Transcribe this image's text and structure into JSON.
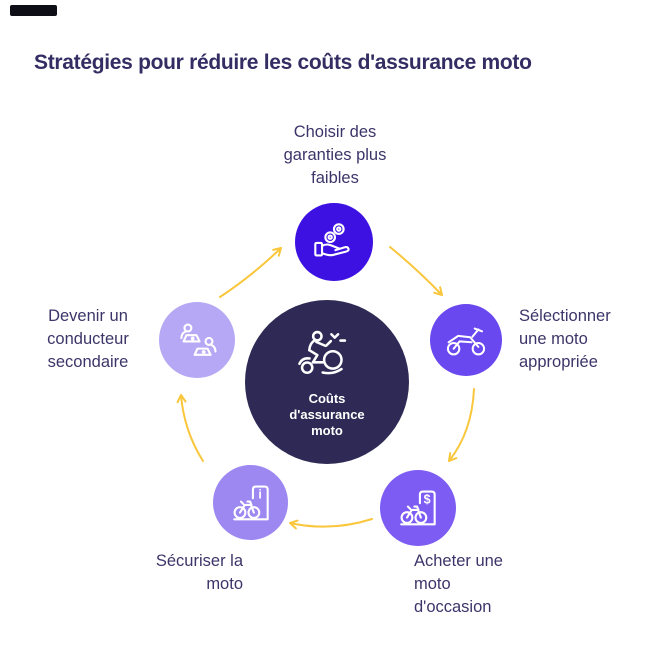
{
  "title": "Stratégies pour réduire les coûts d'assurance moto",
  "colors": {
    "title": "#332d63",
    "label": "#3c3569",
    "arrow": "#f9c63c",
    "center_circle": "#2e2a55",
    "node_top": "#3c11e2",
    "node_right": "#6a48f0",
    "node_bottom_right": "#7d5cf3",
    "node_bottom_left": "#9d87f1",
    "node_left": "#b6a8f5",
    "icon_stroke": "#ffffff"
  },
  "center_node": {
    "label": "Coûts\nd'assurance\nmoto",
    "icon": "motorcyclist-icon"
  },
  "nodes": [
    {
      "id": "choisir-garanties",
      "label": "Choisir des\ngaranties plus\nfaibles",
      "icon": "coins-in-hand-icon"
    },
    {
      "id": "selectionner-moto",
      "label": "Sélectionner\nune moto\nappropriée",
      "icon": "motorcycle-icon"
    },
    {
      "id": "acheter-occasion",
      "label": "Acheter une\nmoto\nd'occasion",
      "icon": "bike-price-sign-icon",
      "sign_char": "$"
    },
    {
      "id": "securiser-moto",
      "label": "Sécuriser la\nmoto",
      "icon": "bike-info-sign-icon",
      "sign_char": "i"
    },
    {
      "id": "devenir-conducteur",
      "label": "Devenir un\nconducteur\nsecondaire",
      "icon": "secondary-driver-icon"
    }
  ]
}
